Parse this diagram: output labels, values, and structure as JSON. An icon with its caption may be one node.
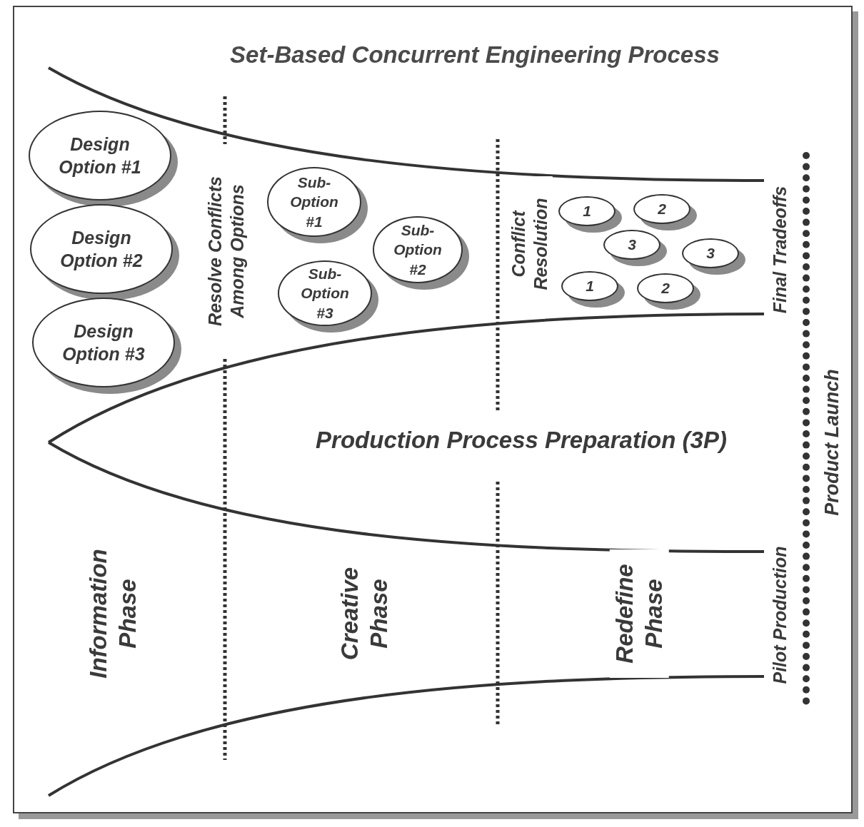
{
  "diagram": {
    "title": "Set-Based Concurrent Engineering Process",
    "nodes": [
      {
        "text": [
          "Design Option #1"
        ]
      },
      {
        "text": [
          "Design Option #2"
        ]
      },
      {
        "text": [
          "Design Option #3"
        ]
      },
      {
        "text": [
          "Sub-Option #1"
        ]
      },
      {
        "text": [
          "Sub-Option #2"
        ]
      },
      {
        "text": [
          "Sub-Option #3"
        ]
      },
      {
        "text": [
          "1"
        ]
      },
      {
        "text": [
          "2"
        ]
      },
      {
        "text": [
          "3"
        ]
      },
      {
        "text": [
          "3"
        ]
      },
      {
        "text": [
          "1"
        ]
      },
      {
        "text": [
          "2"
        ]
      }
    ],
    "edges": [],
    "labels": [
      "Resolve Conflicts Among Options",
      "Conflict Resolution",
      "Final Tradeoffs",
      "Product Launch",
      "Production Process Preparation (3P)",
      "Information Phase",
      "Creative Phase",
      "Redefine Phase",
      "Pilot Production"
    ]
  }
}
